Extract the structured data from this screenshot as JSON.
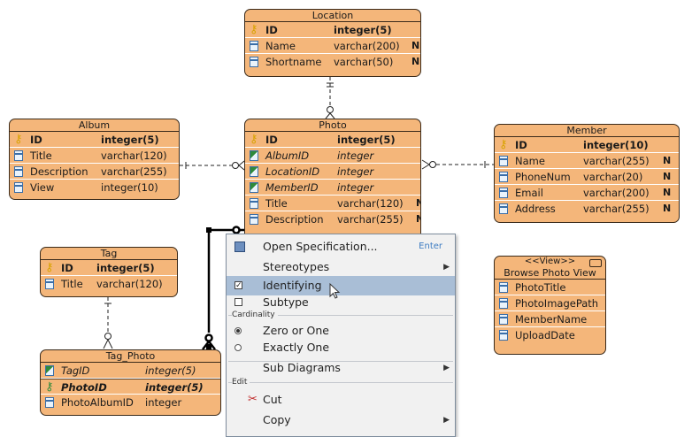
{
  "colors": {
    "entity_fill": "#f4b67a",
    "menu_highlight": "#a9bed6",
    "shortcut": "#3d7cc2"
  },
  "entities": {
    "location": {
      "name": "Location",
      "rows": [
        {
          "name": "ID",
          "type": "integer(5)",
          "nullable": ""
        },
        {
          "name": "Name",
          "type": "varchar(200)",
          "nullable": "N"
        },
        {
          "name": "Shortname",
          "type": "varchar(50)",
          "nullable": "N"
        }
      ]
    },
    "album": {
      "name": "Album",
      "rows": [
        {
          "name": "ID",
          "type": "integer(5)"
        },
        {
          "name": "Title",
          "type": "varchar(120)"
        },
        {
          "name": "Description",
          "type": "varchar(255)"
        },
        {
          "name": "View",
          "type": "integer(10)"
        }
      ]
    },
    "photo": {
      "name": "Photo",
      "rows": [
        {
          "name": "ID",
          "type": "integer(5)"
        },
        {
          "name": "AlbumID",
          "type": "integer"
        },
        {
          "name": "LocationID",
          "type": "integer"
        },
        {
          "name": "MemberID",
          "type": "integer"
        },
        {
          "name": "Title",
          "type": "varchar(120)",
          "nullable": "N"
        },
        {
          "name": "Description",
          "type": "varchar(255)",
          "nullable": "N"
        }
      ]
    },
    "member": {
      "name": "Member",
      "rows": [
        {
          "name": "ID",
          "type": "integer(10)"
        },
        {
          "name": "Name",
          "type": "varchar(255)",
          "nullable": "N"
        },
        {
          "name": "PhoneNum",
          "type": "varchar(20)",
          "nullable": "N"
        },
        {
          "name": "Email",
          "type": "varchar(200)",
          "nullable": "N"
        },
        {
          "name": "Address",
          "type": "varchar(255)",
          "nullable": "N"
        }
      ]
    },
    "tag": {
      "name": "Tag",
      "rows": [
        {
          "name": "ID",
          "type": "integer(5)"
        },
        {
          "name": "Title",
          "type": "varchar(120)"
        }
      ]
    },
    "tag_photo": {
      "name": "Tag_Photo",
      "rows": [
        {
          "name": "TagID",
          "type": "integer(5)"
        },
        {
          "name": "PhotoID",
          "type": "integer(5)"
        },
        {
          "name": "PhotoAlbumID",
          "type": "integer"
        }
      ]
    },
    "browse_photo_view": {
      "stereotype": "<<View>>",
      "name": "Browse Photo View",
      "rows": [
        {
          "name": "PhotoTitle"
        },
        {
          "name": "PhotoImagePath"
        },
        {
          "name": "MemberName"
        },
        {
          "name": "UploadDate"
        }
      ]
    }
  },
  "context_menu": {
    "open_specification": {
      "label": "Open Specification...",
      "shortcut": "Enter"
    },
    "stereotypes": {
      "label": "Stereotypes"
    },
    "identifying": {
      "label": "Identifying",
      "checked": true
    },
    "subtype": {
      "label": "Subtype",
      "checked": false
    },
    "cardinality_section": "Cardinality",
    "zero_or_one": {
      "label": "Zero or One",
      "selected": true
    },
    "exactly_one": {
      "label": "Exactly One",
      "selected": false
    },
    "sub_diagrams": {
      "label": "Sub Diagrams"
    },
    "edit_section": "Edit",
    "cut": {
      "label": "Cut"
    },
    "copy": {
      "label": "Copy"
    }
  }
}
